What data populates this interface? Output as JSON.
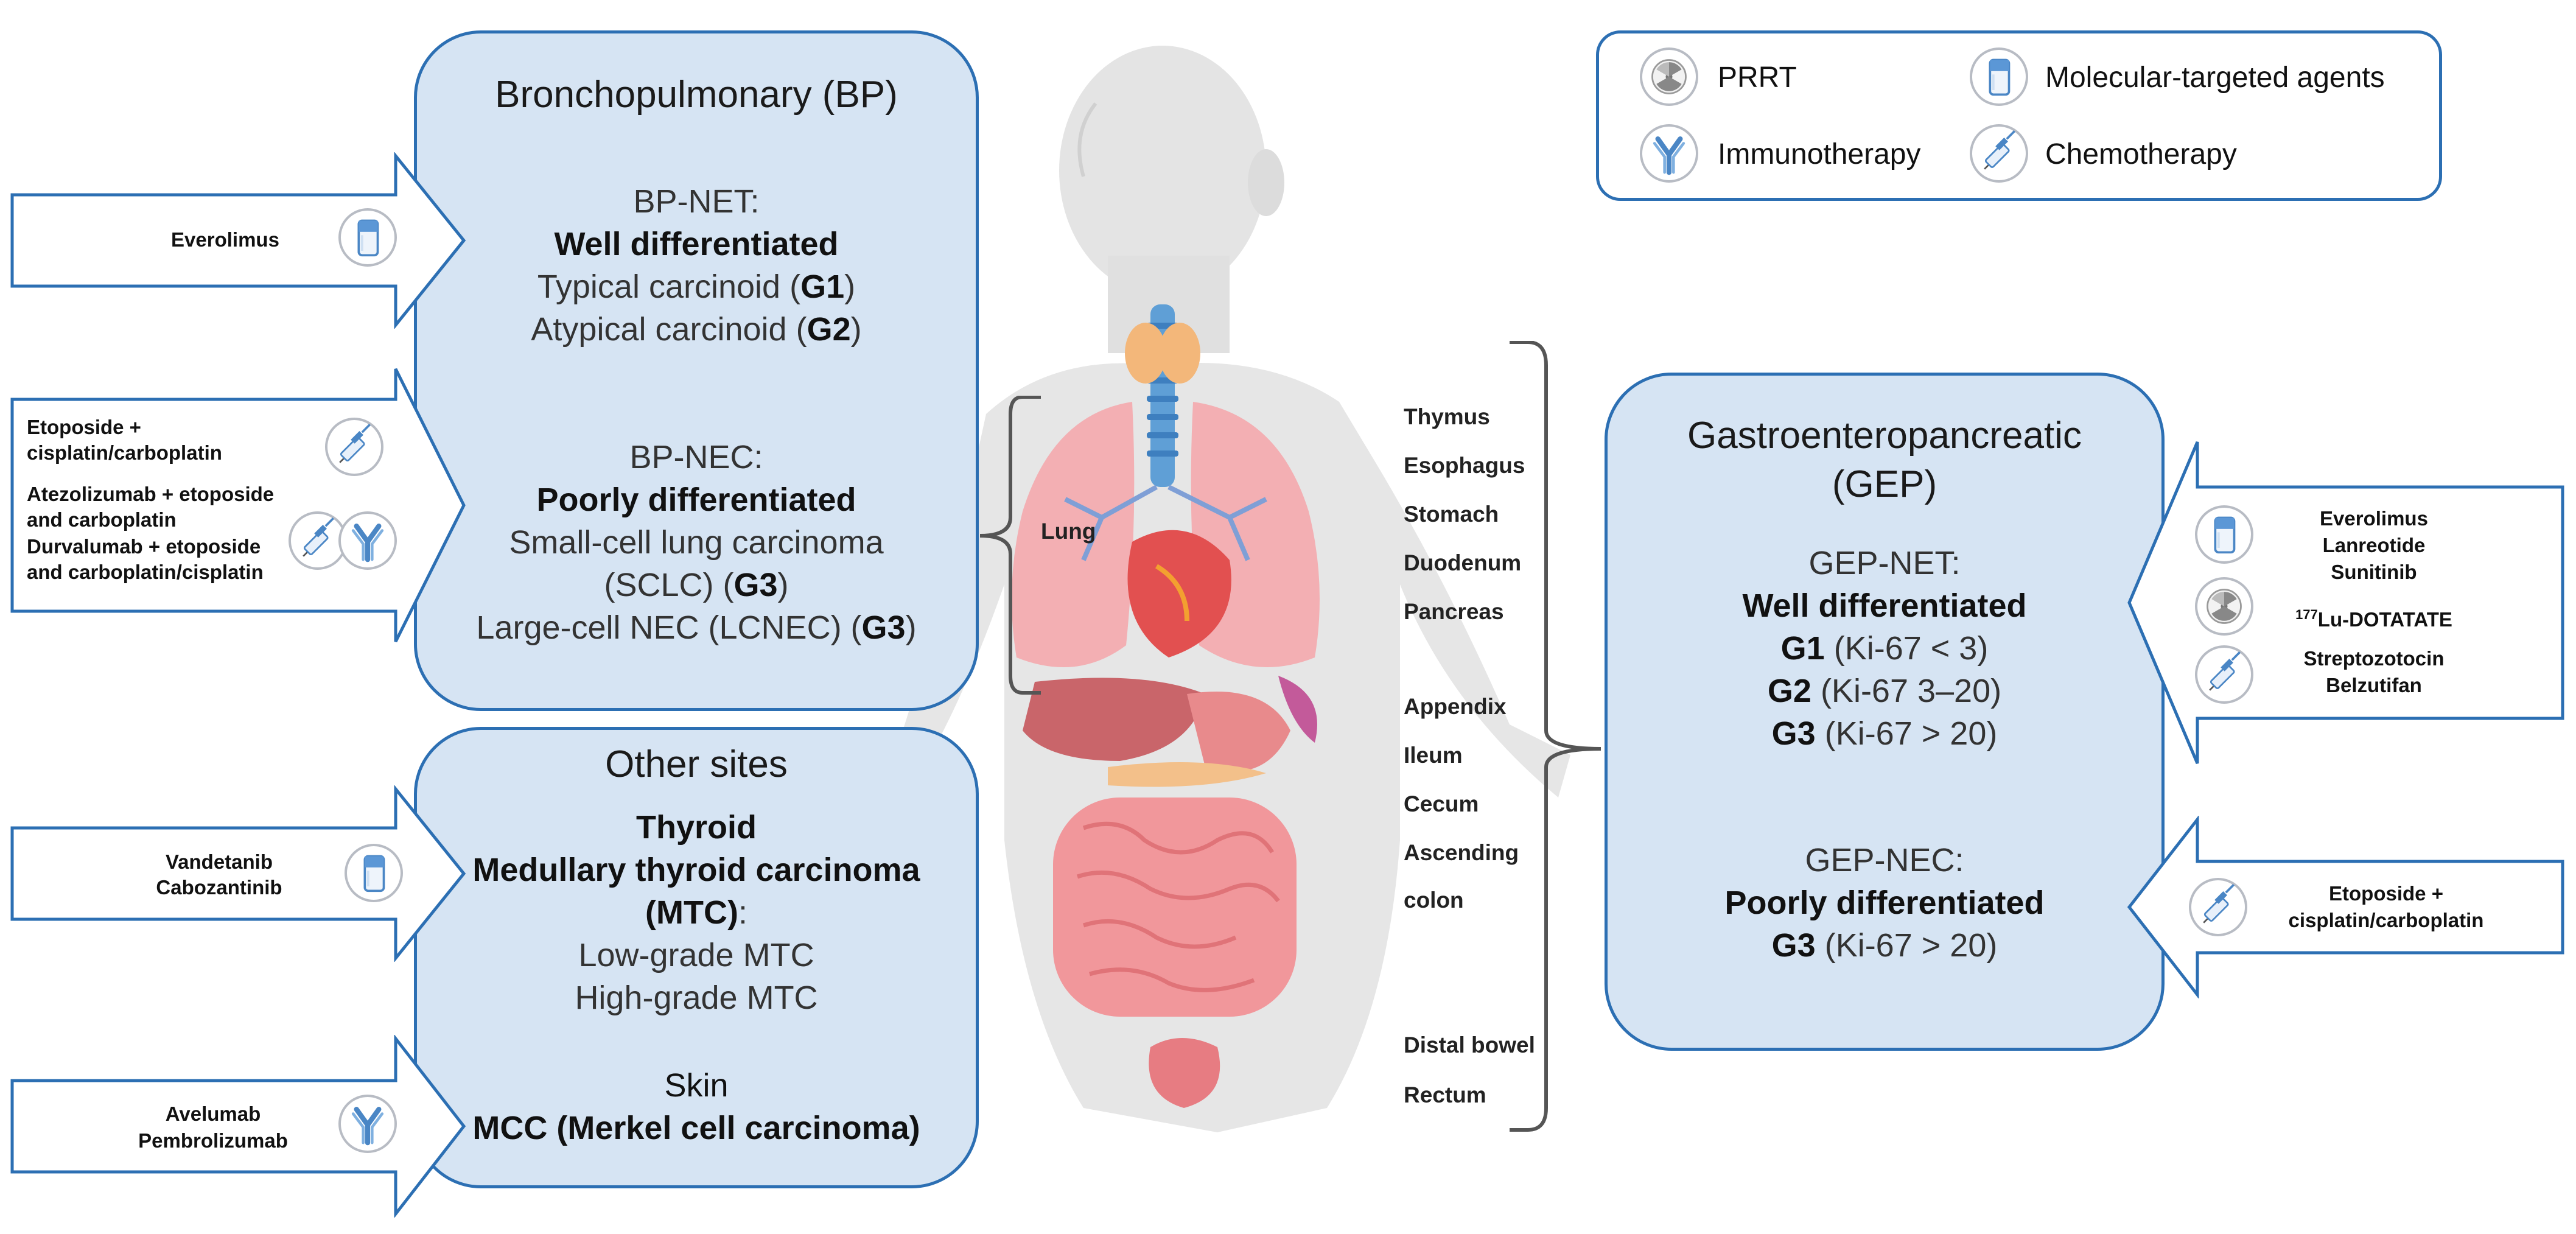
{
  "legend": {
    "prrt": "PRRT",
    "molecular": "Molecular-targeted agents",
    "immunotherapy": "Immunotherapy",
    "chemotherapy": "Chemotherapy"
  },
  "bp": {
    "title": "Bronchopulmonary (BP)",
    "net_head": "BP-NET:",
    "net_diff": "Well differentiated",
    "net_l1_pre": "Typical carcinoid (",
    "net_l1_g": "G1",
    "net_l2_pre": "Atypical carcinoid (",
    "net_l2_g": "G2",
    "nec_head": "BP-NEC:",
    "nec_diff": "Poorly differentiated",
    "nec_l1": "Small-cell lung carcinoma",
    "nec_l2_pre": "(SCLC) (",
    "nec_l2_g": "G3",
    "nec_l3_pre": "Large-cell NEC (LCNEC) (",
    "nec_l3_g": "G3",
    "close": ")"
  },
  "other": {
    "title": "Other sites",
    "thyroid": "Thyroid",
    "mtc1": "Medullary thyroid carcinoma",
    "mtc2": "(MTC)",
    "mtc2_colon": ":",
    "low": "Low-grade MTC",
    "high": "High-grade MTC",
    "skin": "Skin",
    "mcc": "MCC (Merkel cell carcinoma)"
  },
  "gep": {
    "title1": "Gastroenteropancreatic",
    "title2": "(GEP)",
    "net_head": "GEP-NET:",
    "net_diff": "Well differentiated",
    "g1": "G1",
    "g1_ki": " (Ki-67 < 3)",
    "g2": "G2",
    "g2_ki": " (Ki-67 3–20)",
    "g3": "G3",
    "g3_ki": " (Ki-67 > 20)",
    "nec_head": "GEP-NEC:",
    "nec_diff": "Poorly differentiated",
    "nec_g3": "G3",
    "nec_g3_ki": " (Ki-67 > 20)"
  },
  "arrows": {
    "everolimus": "Everolimus",
    "etoposide1": "Etoposide +",
    "etoposide2": "cisplatin/carboplatin",
    "atezo1": "Atezolizumab + etoposide",
    "atezo2": "and carboplatin",
    "durva1": "Durvalumab + etoposide",
    "durva2": "and carboplatin/cisplatin",
    "vandetanib": "Vandetanib",
    "cabozantinib": "Cabozantinib",
    "avelumab": "Avelumab",
    "pembrolizumab": "Pembrolizumab",
    "r_everolimus": "Everolimus",
    "r_lanreotide": "Lanreotide",
    "r_sunitinib": "Sunitinib",
    "r_lu_sup": "177",
    "r_lu": "Lu-DOTATATE",
    "r_strepto": "Streptozotocin",
    "r_belzutifan": "Belzutifan",
    "r_etoposide1": "Etoposide +",
    "r_etoposide2": "cisplatin/carboplatin"
  },
  "organs": {
    "lung": "Lung",
    "thymus": "Thymus",
    "esophagus": "Esophagus",
    "stomach": "Stomach",
    "duodenum": "Duodenum",
    "pancreas": "Pancreas",
    "appendix": "Appendix",
    "ileum": "Ileum",
    "cecum": "Cecum",
    "ascending1": "Ascending",
    "ascending2": "colon",
    "distal": "Distal bowel",
    "rectum": "Rectum"
  }
}
